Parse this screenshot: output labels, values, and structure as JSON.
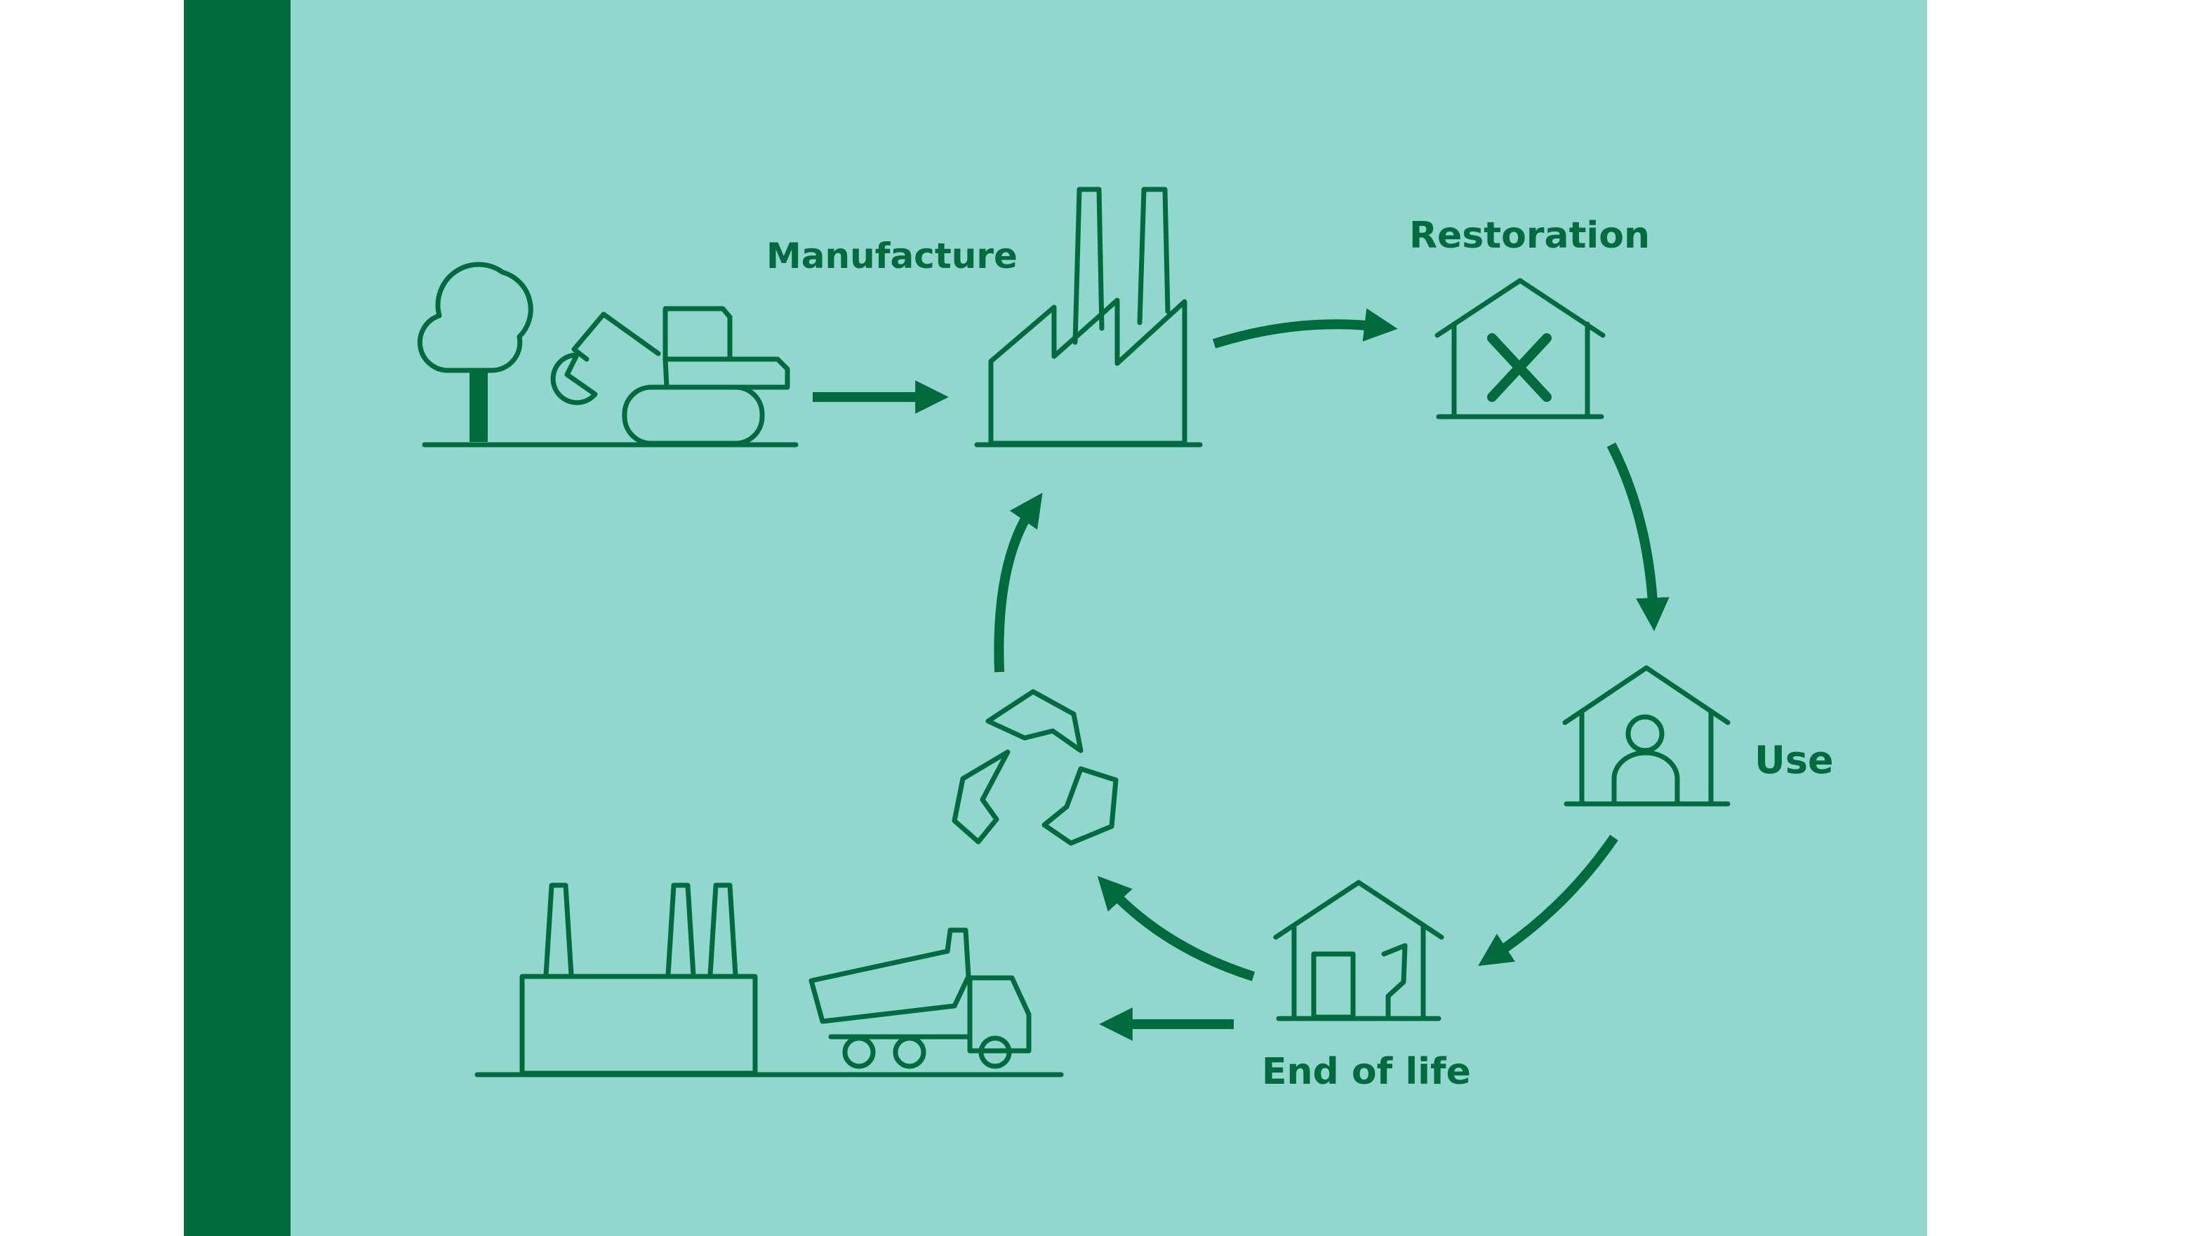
{
  "labels": {
    "manufacture": "Manufacture",
    "restoration": "Restoration",
    "use": "Use",
    "end_of_life": "End of life"
  },
  "colors": {
    "panel_background": "#91d7cd",
    "accent_stripe": "#006b3d",
    "ink": "#006b3d",
    "page_background": "#ffffff"
  },
  "icons": [
    "tree-icon",
    "excavator-icon",
    "factory-icon",
    "repair-house-icon",
    "occupied-house-icon",
    "damaged-house-icon",
    "recycle-icon",
    "demolition-factory-icon",
    "dump-truck-icon"
  ]
}
